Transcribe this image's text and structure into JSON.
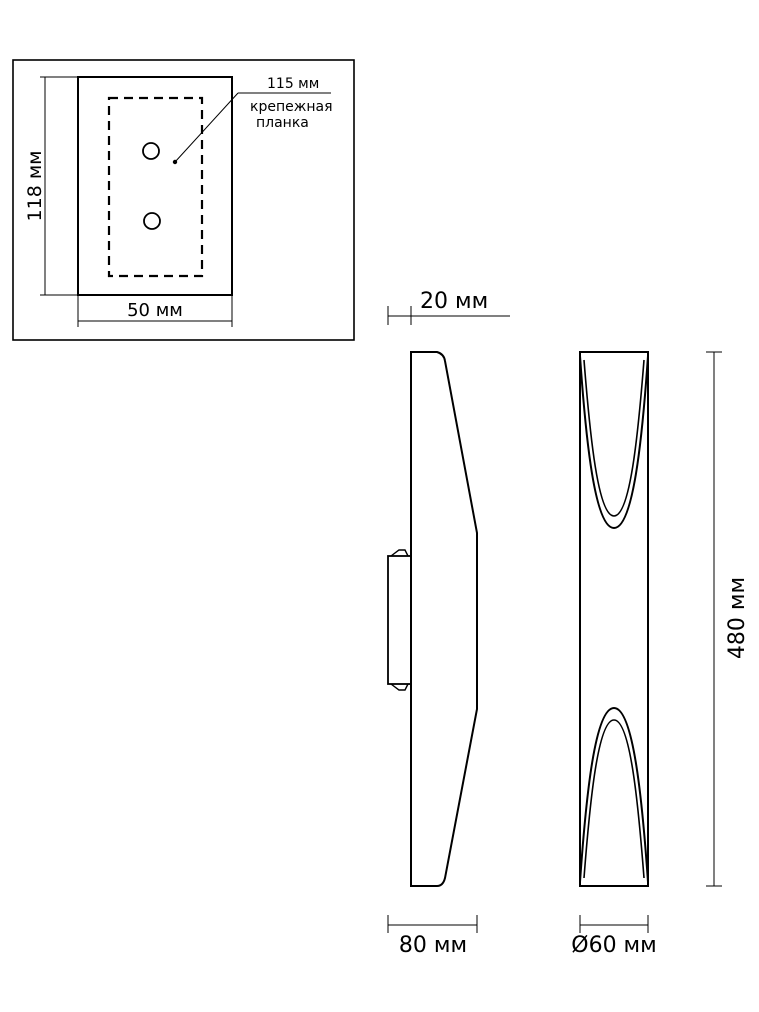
{
  "mount_plate": {
    "height_label": "118 мм",
    "width_label": "50 мм",
    "holes_label": "115 мм",
    "bracket_label_line1": "крепежная",
    "bracket_label_line2": "планка"
  },
  "side_view": {
    "depth_label": "20 мм",
    "width_label": "80 мм"
  },
  "front_view": {
    "diameter_label": "Ø60 мм",
    "height_label": "480 мм"
  }
}
